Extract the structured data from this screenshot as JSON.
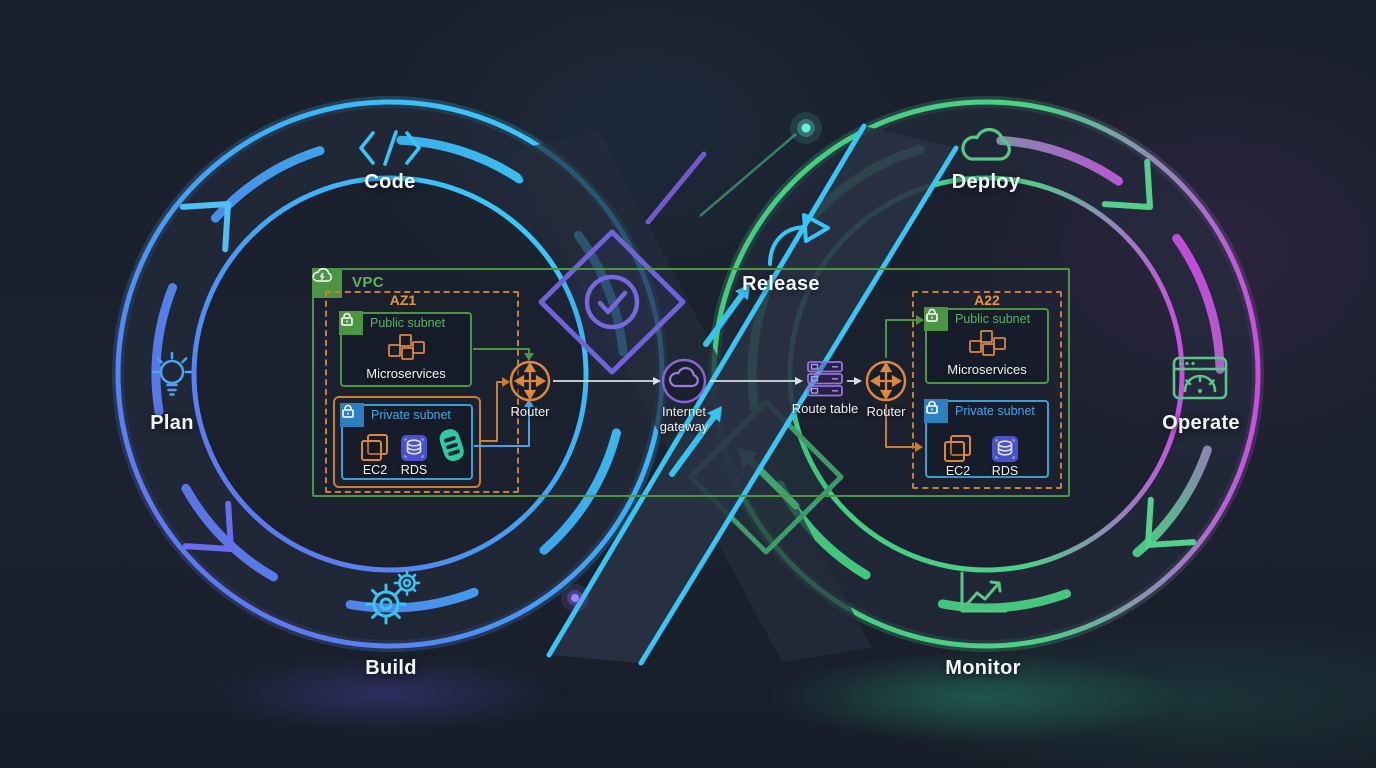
{
  "stages": [
    {
      "label": "Plan"
    },
    {
      "label": "Code"
    },
    {
      "label": "Build"
    },
    {
      "label": "Release"
    },
    {
      "label": "Deploy"
    },
    {
      "label": "Operate"
    },
    {
      "label": "Monitor"
    }
  ],
  "vpc": {
    "label": "VPC",
    "azs": [
      {
        "label": "AZ1",
        "public": {
          "label": "Public subnet",
          "workload": "Microservices"
        },
        "private": {
          "label": "Private subnet",
          "items": [
            "EC2",
            "RDS"
          ]
        }
      },
      {
        "label": "A22",
        "public": {
          "label": "Public subnet",
          "workload": "Microservices"
        },
        "private": {
          "label": "Private subnet",
          "items": [
            "EC2",
            "RDS"
          ]
        }
      }
    ],
    "nodes": {
      "router_left": "Router",
      "internet_gateway": "Internet gateway",
      "route_table": "Route table",
      "router_right": "Router"
    }
  },
  "icons": {
    "plan": "lightbulb",
    "code": "code-brackets",
    "build": "gears",
    "release": "share-arrow",
    "deploy": "cloud",
    "operate": "gauge-window",
    "monitor": "line-chart",
    "vpc": "cloud-bolt",
    "subnet": "lock",
    "router": "cross-arrows",
    "internet_gateway": "cloud-circle",
    "route_table": "table-rows",
    "ec2": "chip",
    "rds": "database-square",
    "cache_db": "database-3d"
  },
  "colors": {
    "background": "#1b212e",
    "loop_cyan": "#38c6f4",
    "loop_indigo": "#6a66ee",
    "loop_green": "#4ecf86",
    "loop_magenta": "#c94fe0",
    "aws_green": "#4c9543",
    "aws_orange": "#c87f2f",
    "aws_blue": "#3b9fd4",
    "purple": "#8a63d2",
    "label_text": "#f3f6f8"
  }
}
